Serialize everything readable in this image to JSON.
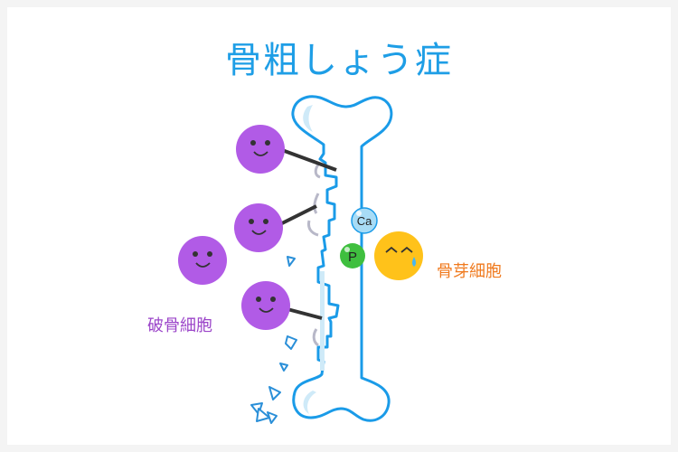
{
  "title": "骨粗しょう症",
  "labels": {
    "osteoclast": "破骨細胞",
    "osteoblast": "骨芽細胞"
  },
  "minerals": {
    "calcium": "Ca",
    "phosphorus": "P"
  },
  "colors": {
    "title": "#1e9ee6",
    "bone_outline": "#1a9be8",
    "bone_shadow": "#cfeaf8",
    "osteoclast": "#b15be6",
    "osteoclast_label": "#9b45c9",
    "osteoblast": "#ffc21a",
    "osteoblast_label": "#f07a1e",
    "calcium": "#a8dcf6",
    "phosphorus": "#3fbf3f",
    "fragment": "#2a8fd8"
  }
}
